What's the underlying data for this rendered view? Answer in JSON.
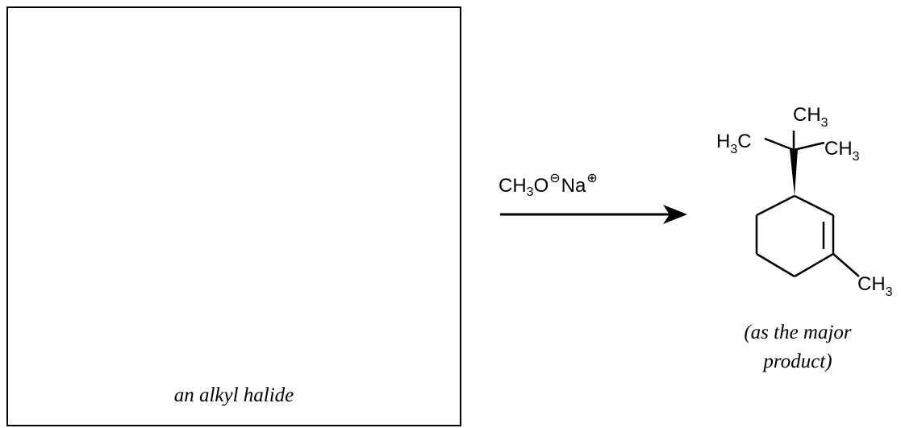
{
  "box": {
    "label": "an alkyl halide"
  },
  "reagent": {
    "text_base": "CH",
    "sub": "3",
    "o": "O",
    "na": "Na",
    "anion": "⊖",
    "cation": "⊕"
  },
  "product": {
    "methyl_top": {
      "base": "CH",
      "sub": "3"
    },
    "methyl_left": {
      "base": "H",
      "sub": "3",
      "tail": "C"
    },
    "methyl_right": {
      "base": "CH",
      "sub": "3"
    },
    "methyl_ring": {
      "base": "CH",
      "sub": "3"
    }
  },
  "note": {
    "line1": "(as the major",
    "line2": "product)"
  }
}
